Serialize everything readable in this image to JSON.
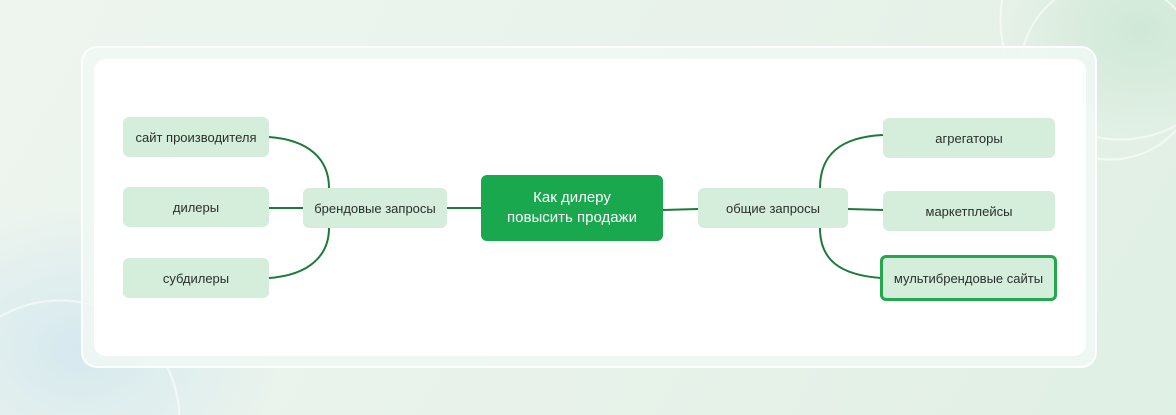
{
  "diagram": {
    "center": {
      "line1": "Как дилеру",
      "line2": "повысить продажи"
    },
    "left_branch": {
      "label": "брендовые запросы",
      "children": [
        "сайт производителя",
        "дилеры",
        "субдилеры"
      ]
    },
    "right_branch": {
      "label": "общие запросы",
      "children": [
        "агрегаторы",
        "маркетплейсы",
        "мультибрендовые сайты"
      ]
    }
  },
  "colors": {
    "accent": "#1aa84f",
    "node_bg": "#d4eedb",
    "link": "#1e7a3a",
    "highlight_border": "#22a94c"
  }
}
